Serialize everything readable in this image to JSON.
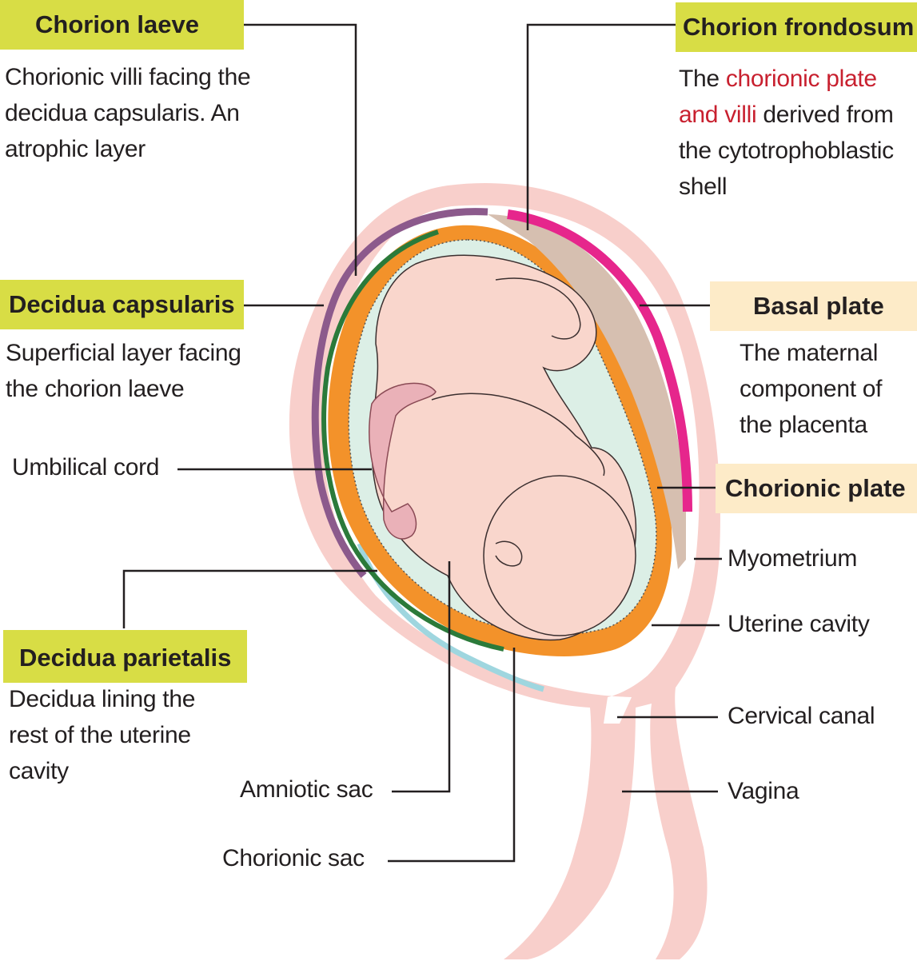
{
  "chorion_laeve": {
    "title": "Chorion laeve",
    "desc": [
      "Chorionic villi facing the",
      "decidua capsularis. An",
      "atrophic layer"
    ]
  },
  "chorion_frondosum": {
    "title": "Chorion frondosum",
    "desc_l1_a": "The ",
    "desc_l1_b": "chorionic plate",
    "desc_l2_a": "and villi",
    "desc_l2_b": " derived from",
    "desc_l3": "the cytotrophoblastic",
    "desc_l4": "shell"
  },
  "decidua_capsularis": {
    "title": "Decidua capsularis",
    "desc": [
      "Superficial layer facing",
      "the chorion laeve"
    ]
  },
  "basal_plate": {
    "title": "Basal plate",
    "desc": [
      "The maternal",
      "component of",
      "the placenta"
    ]
  },
  "chorionic_plate": {
    "title": "Chorionic  plate"
  },
  "decidua_parietalis": {
    "title": "Decidua parietalis",
    "desc": [
      "Decidua lining the",
      "rest of the uterine",
      "cavity"
    ]
  },
  "labels": {
    "umbilical_cord": "Umbilical cord",
    "myometrium": "Myometrium",
    "uterine_cavity": "Uterine cavity",
    "cervical_canal": "Cervical canal",
    "vagina": "Vagina",
    "amniotic_sac": "Amniotic sac",
    "chorionic_sac": "Chorionic sac"
  },
  "colors": {
    "box_green": "#d8dd45",
    "box_cream": "#fdebc8",
    "highlight_red": "#c8202f",
    "myometrium": "#f8cfcb",
    "decidua_capsularis": "#8c5a8c",
    "decidua_parietalis": "#9fd6df",
    "chorion": "#f3922a",
    "chorion_laeve": "#2b7a3a",
    "amniotic_fluid": "#dcefe6",
    "placenta": "#d6bfb0",
    "basal_plate": "#e6268c",
    "fetus": "#f9d6cc"
  }
}
